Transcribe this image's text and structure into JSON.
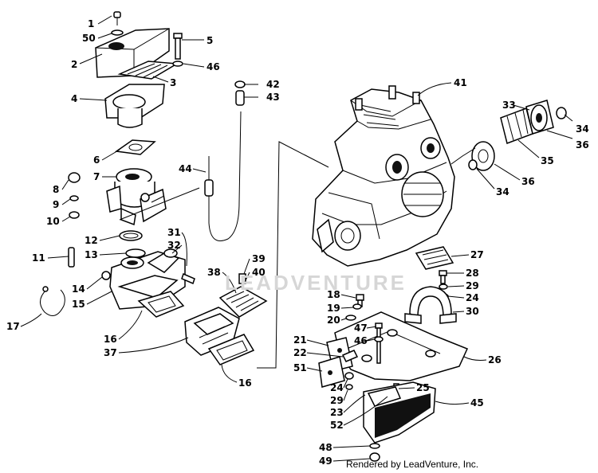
{
  "watermark_text": "LEADVENTURE",
  "credit": "Rendered by LeadVenture, Inc.",
  "callouts": [
    {
      "id": "1",
      "label": "1"
    },
    {
      "id": "50",
      "label": "50"
    },
    {
      "id": "2",
      "label": "2"
    },
    {
      "id": "3",
      "label": "3"
    },
    {
      "id": "4",
      "label": "4"
    },
    {
      "id": "5",
      "label": "5"
    },
    {
      "id": "46a",
      "label": "46"
    },
    {
      "id": "6",
      "label": "6"
    },
    {
      "id": "7",
      "label": "7"
    },
    {
      "id": "8",
      "label": "8"
    },
    {
      "id": "9",
      "label": "9"
    },
    {
      "id": "10",
      "label": "10"
    },
    {
      "id": "11",
      "label": "11"
    },
    {
      "id": "12",
      "label": "12"
    },
    {
      "id": "13",
      "label": "13"
    },
    {
      "id": "14",
      "label": "14"
    },
    {
      "id": "15",
      "label": "15"
    },
    {
      "id": "16a",
      "label": "16"
    },
    {
      "id": "16b",
      "label": "16"
    },
    {
      "id": "17",
      "label": "17"
    },
    {
      "id": "31",
      "label": "31"
    },
    {
      "id": "32",
      "label": "32"
    },
    {
      "id": "37",
      "label": "37"
    },
    {
      "id": "38",
      "label": "38"
    },
    {
      "id": "39",
      "label": "39"
    },
    {
      "id": "40",
      "label": "40"
    },
    {
      "id": "42",
      "label": "42"
    },
    {
      "id": "43",
      "label": "43"
    },
    {
      "id": "44",
      "label": "44"
    },
    {
      "id": "41",
      "label": "41"
    },
    {
      "id": "33",
      "label": "33"
    },
    {
      "id": "34a",
      "label": "34"
    },
    {
      "id": "36a",
      "label": "36"
    },
    {
      "id": "35",
      "label": "35"
    },
    {
      "id": "36b",
      "label": "36"
    },
    {
      "id": "34b",
      "label": "34"
    },
    {
      "id": "27",
      "label": "27"
    },
    {
      "id": "28",
      "label": "28"
    },
    {
      "id": "29a",
      "label": "29"
    },
    {
      "id": "24a",
      "label": "24"
    },
    {
      "id": "30",
      "label": "30"
    },
    {
      "id": "18",
      "label": "18"
    },
    {
      "id": "19",
      "label": "19"
    },
    {
      "id": "20",
      "label": "20"
    },
    {
      "id": "47",
      "label": "47"
    },
    {
      "id": "46b",
      "label": "46"
    },
    {
      "id": "21",
      "label": "21"
    },
    {
      "id": "22",
      "label": "22"
    },
    {
      "id": "51",
      "label": "51"
    },
    {
      "id": "26",
      "label": "26"
    },
    {
      "id": "24b",
      "label": "24"
    },
    {
      "id": "29b",
      "label": "29"
    },
    {
      "id": "25",
      "label": "25"
    },
    {
      "id": "23",
      "label": "23"
    },
    {
      "id": "52",
      "label": "52"
    },
    {
      "id": "45",
      "label": "45"
    },
    {
      "id": "48",
      "label": "48"
    },
    {
      "id": "49",
      "label": "49"
    }
  ]
}
